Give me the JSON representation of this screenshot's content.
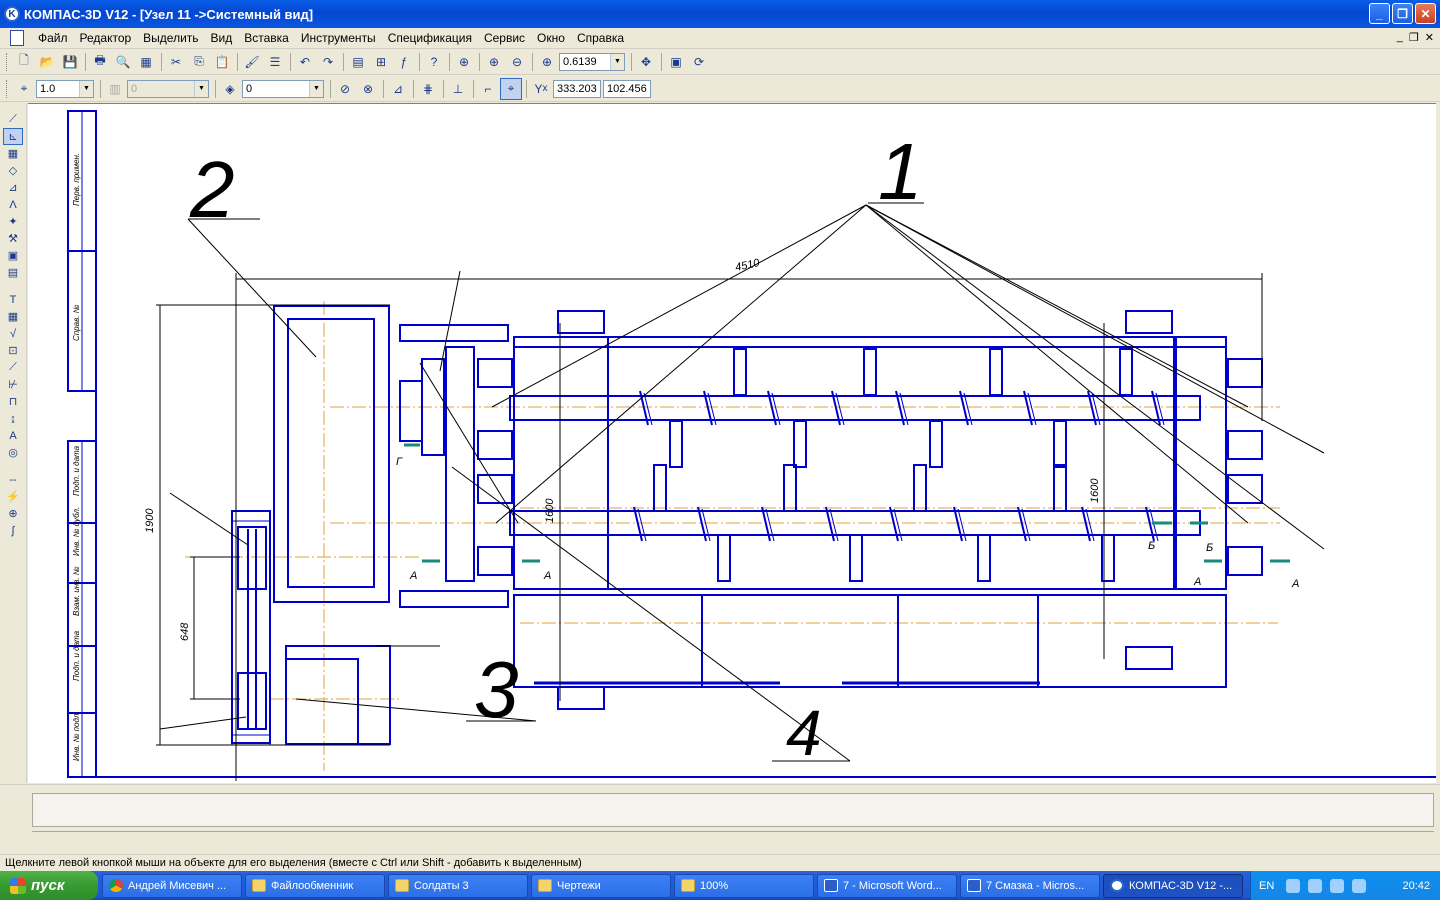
{
  "window": {
    "title": "КОМПАС-3D V12 - [Узел 11 ->Системный вид]",
    "app_icon": "K",
    "min_glyph": "_",
    "max_glyph": "❐",
    "close_glyph": "✕",
    "mdi_glyphs": [
      "_",
      "❐",
      "✕"
    ]
  },
  "menu": [
    "Файл",
    "Редактор",
    "Выделить",
    "Вид",
    "Вставка",
    "Инструменты",
    "Спецификация",
    "Сервис",
    "Окно",
    "Справка"
  ],
  "toolbar1": {
    "zoom_value": "0.6139"
  },
  "toolbar2": {
    "step_value": "1.0",
    "style_value": "0",
    "layer_value": "0",
    "x_label": "x",
    "y_label": "Y",
    "coord_x": "333.203",
    "coord_y": "102.456"
  },
  "drawing": {
    "callouts": [
      "1",
      "2",
      "3",
      "4"
    ],
    "dimensions": [
      "4510",
      "1900",
      "1600",
      "1600",
      "648"
    ],
    "section_labels": [
      "А",
      "А",
      "А",
      "А",
      "Б",
      "Б",
      "Г"
    ],
    "frame_stamps": [
      "Перв. примен.",
      "Справ. №",
      "Подп. и дата",
      "Инв. № дубл.",
      "Взам. инв. №",
      "Подп. и дата",
      "Инв. № подл."
    ]
  },
  "status_text": "Щелкните левой кнопкой мыши на объекте для его выделения (вместе с Ctrl или Shift - добавить к выделенным)",
  "taskbar": {
    "start_label": "пуск",
    "items": [
      {
        "label": "Андрей Мисевич ...",
        "icon": "chrome-icon"
      },
      {
        "label": "Файлообменник",
        "icon": "folder-icon"
      },
      {
        "label": "Солдаты 3",
        "icon": "folder-icon"
      },
      {
        "label": "Чертежи",
        "icon": "folder-icon"
      },
      {
        "label": "100%",
        "icon": "folder-icon"
      },
      {
        "label": "7 - Microsoft Word...",
        "icon": "word-icon"
      },
      {
        "label": "7 Смазка - Micros...",
        "icon": "word-icon"
      },
      {
        "label": "КОМПАС-3D V12 -...",
        "icon": "kompas-icon"
      }
    ],
    "tray_lang": "EN",
    "clock": "20:42"
  },
  "colors": {
    "drawing_blue": "#0000cc",
    "axis_orange": "#e6a23c",
    "canvas_bg": "#ffffff",
    "chrome": "#ece9d8"
  }
}
